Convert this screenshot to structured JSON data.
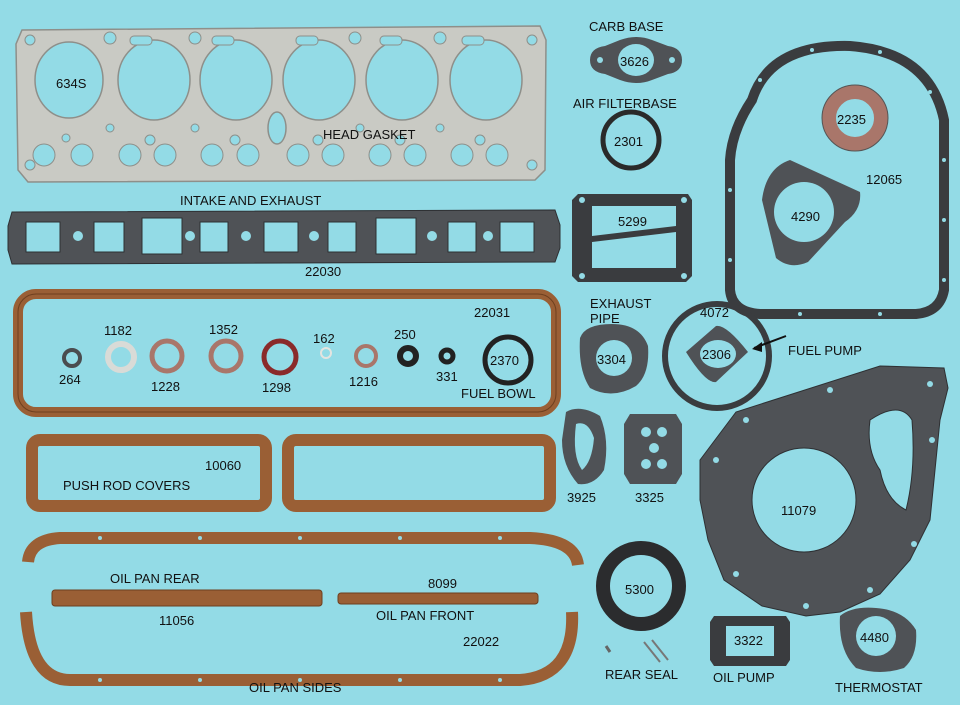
{
  "colors": {
    "background": "#93dbe6",
    "head_gasket": "#c9cac4",
    "cork": "#9a5f35",
    "cork_edge": "#6e3f1f",
    "dark_gasket": "#4f5256",
    "rubber": "#222222",
    "fiber": "#a9766a",
    "red_fiber": "#8a2a2a"
  },
  "labels": {
    "head_gasket": "HEAD GASKET",
    "head_num": "634S",
    "carb_base": "CARB BASE",
    "carb_num": "3626",
    "air_filter": "AIR FILTERBASE",
    "air_num": "2301",
    "intake_exhaust": "INTAKE AND EXHAUST",
    "intake_num": "22030",
    "gasket_5299": "5299",
    "timing_big": "12065",
    "timing_seal": "2235",
    "timing_plate": "4290",
    "valve_cover": "22031",
    "w264": "264",
    "w1182": "1182",
    "w1228": "1228",
    "w1352": "1352",
    "w1298": "1298",
    "w162": "162",
    "w1216": "1216",
    "w250": "250",
    "w331": "331",
    "w2370": "2370",
    "fuel_bowl": "FUEL BOWL",
    "exhaust_pipe": "EXHAUST PIPE",
    "exhaust_num": "3304",
    "fuel_pump_ring": "4072",
    "fuel_pump_num": "2306",
    "fuel_pump": "FUEL PUMP",
    "push_rod_num": "10060",
    "push_rod": "PUSH ROD COVERS",
    "g3925": "3925",
    "g3325": "3325",
    "front_cover": "11079",
    "oil_pan_rear": "OIL PAN REAR",
    "oil_pan_rear_num": "11056",
    "oil_pan_front_num": "8099",
    "oil_pan_front": "OIL PAN FRONT",
    "oil_pan_sides_num": "22022",
    "oil_pan_sides": "OIL PAN SIDES",
    "rear_seal_num": "5300",
    "rear_seal": "REAR SEAL",
    "oil_pump_num": "3322",
    "oil_pump": "OIL PUMP",
    "thermostat_num": "4480",
    "thermostat": "THERMOSTAT"
  }
}
